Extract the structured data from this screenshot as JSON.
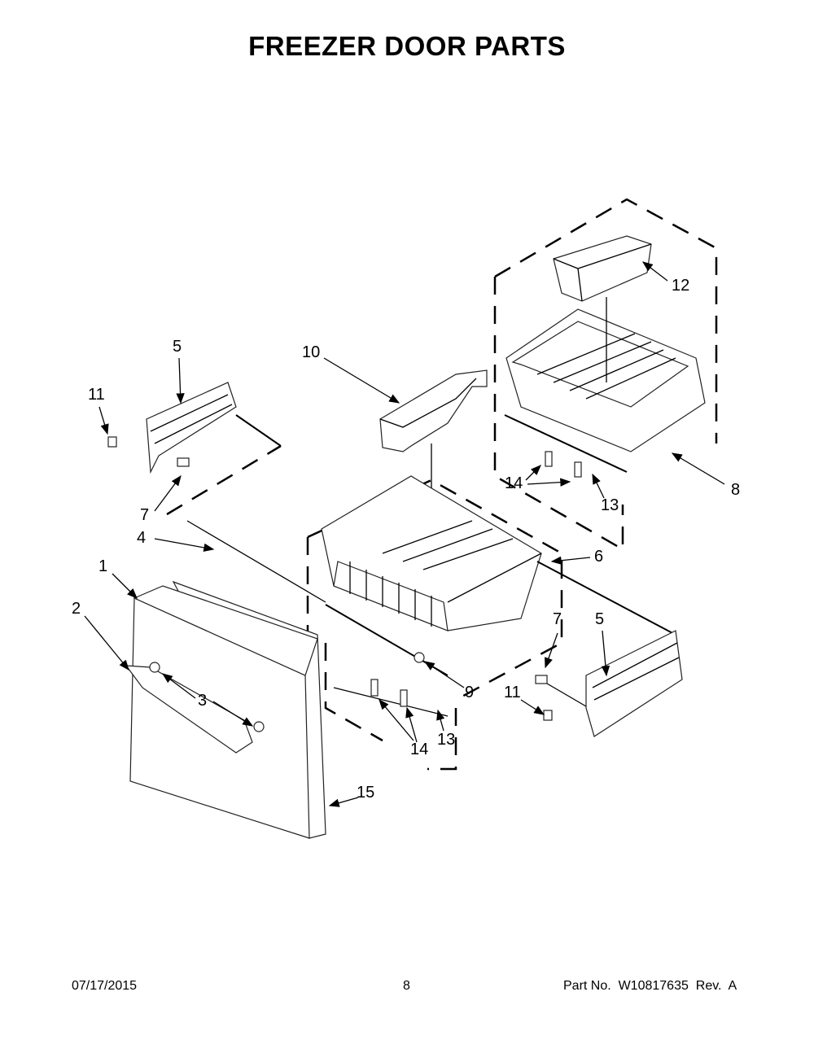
{
  "title": "FREEZER DOOR PARTS",
  "footer": {
    "date": "07/17/2015",
    "page": "8",
    "part_number": "Part No.  W10817635  Rev.  A"
  },
  "callouts": {
    "c1": "1",
    "c2": "2",
    "c3": "3",
    "c4": "4",
    "c5a": "5",
    "c5b": "5",
    "c6": "6",
    "c7a": "7",
    "c7b": "7",
    "c8": "8",
    "c9": "9",
    "c10": "10",
    "c11a": "11",
    "c11b": "11",
    "c12": "12",
    "c13a": "13",
    "c13b": "13",
    "c14a": "14",
    "c14b": "14",
    "c15": "15"
  }
}
